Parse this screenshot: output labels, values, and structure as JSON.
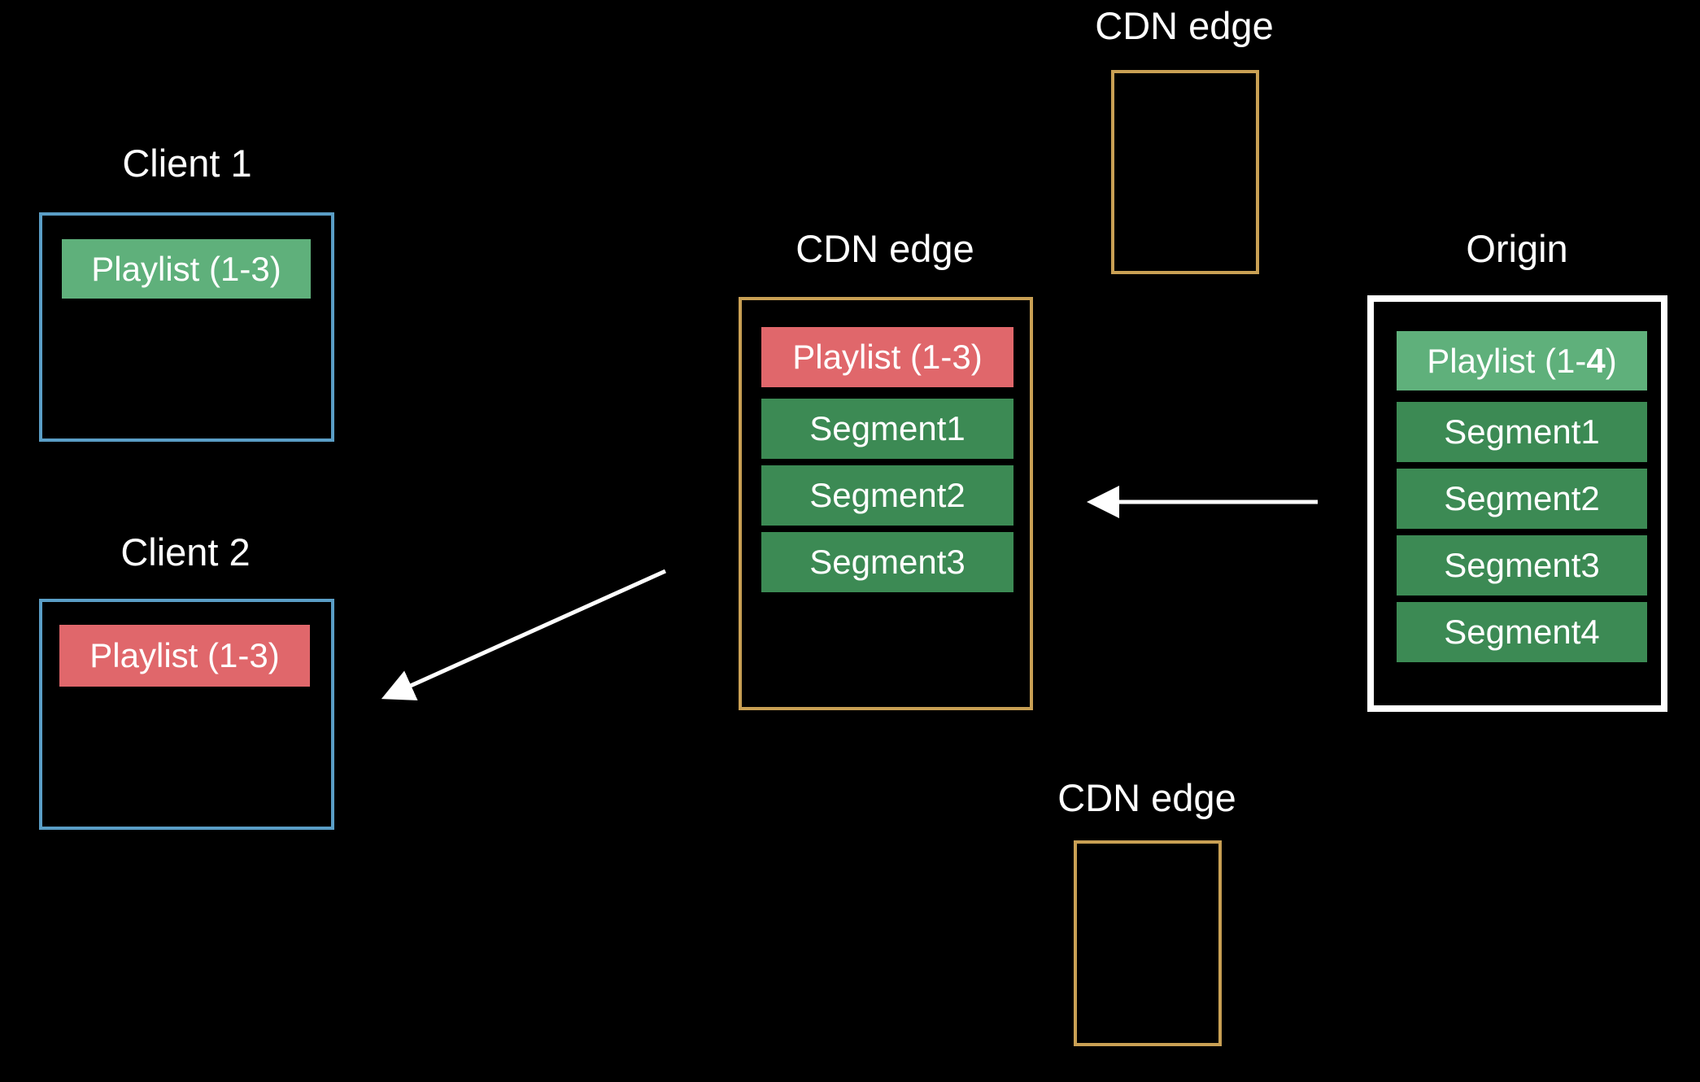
{
  "colors": {
    "background": "#000000",
    "client_border": "#5a9ec6",
    "cdn_border": "#c9a054",
    "origin_border": "#ffffff",
    "stale_playlist": "#e0676b",
    "fresh_playlist": "#5fb07b",
    "segment": "#3c8a54",
    "arrow": "#ffffff"
  },
  "client1": {
    "label": "Client 1",
    "playlist": "Playlist (1-3)"
  },
  "client2": {
    "label": "Client 2",
    "playlist": "Playlist (1-3)"
  },
  "cdn_top": {
    "label": "CDN edge"
  },
  "cdn_main": {
    "label": "CDN edge",
    "playlist": "Playlist (1-3)",
    "segments": [
      "Segment1",
      "Segment2",
      "Segment3"
    ]
  },
  "cdn_bottom": {
    "label": "CDN edge"
  },
  "origin": {
    "label": "Origin",
    "playlist_prefix": "Playlist (1-",
    "playlist_highlight": "4",
    "playlist_suffix": ")",
    "segments": [
      "Segment1",
      "Segment2",
      "Segment3",
      "Segment4"
    ]
  }
}
